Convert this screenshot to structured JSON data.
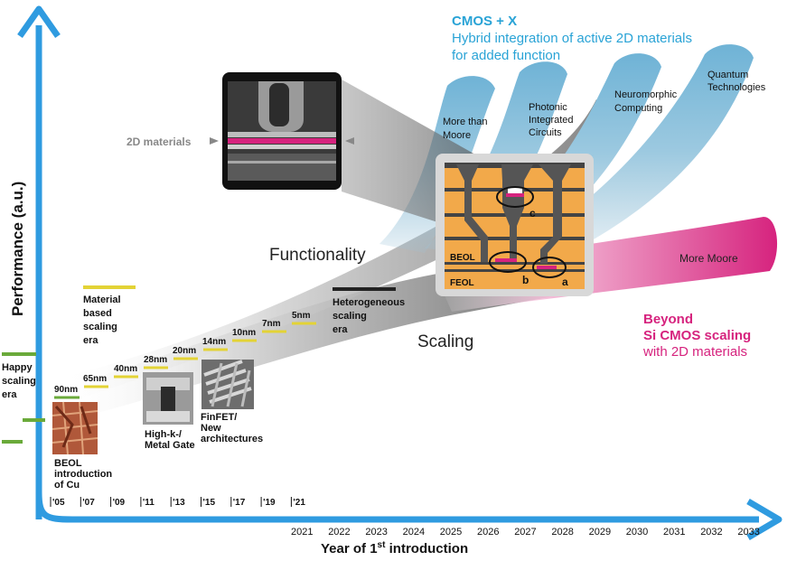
{
  "axes": {
    "y_label": "Performance (a.u.)",
    "x_label_main": "Year of 1",
    "x_label_sup": "st",
    "x_label_end": " introduction",
    "years_short": [
      "'05",
      "'07",
      "'09",
      "'11",
      "'13",
      "'15",
      "'17",
      "'19",
      "'21"
    ],
    "years_long": [
      "2021",
      "2022",
      "2023",
      "2024",
      "2025",
      "2026",
      "2027",
      "2028",
      "2029",
      "2030",
      "2031",
      "2032",
      "2033"
    ]
  },
  "eras": {
    "happy": [
      "Happy",
      "scaling",
      "era"
    ],
    "material": [
      "Material",
      "based",
      "scaling",
      "era"
    ],
    "heterogeneous": [
      "Heterogeneous",
      "scaling",
      "era"
    ]
  },
  "nodes": [
    "90nm",
    "65nm",
    "40nm",
    "28nm",
    "20nm",
    "14nm",
    "10nm",
    "7nm",
    "5nm"
  ],
  "thumbnails": {
    "beol": [
      "BEOL",
      "introduction",
      "of Cu"
    ],
    "highk": [
      "High-k-/",
      "Metal Gate"
    ],
    "finfet": [
      "FinFET/",
      "New",
      "architectures"
    ]
  },
  "bands": {
    "functionality": "Functionality",
    "scaling": "Scaling",
    "more_moore": "More Moore"
  },
  "cmos_x": {
    "title": "CMOS + X",
    "subtitle_1": "Hybrid integration of active 2D materials",
    "subtitle_2": "for added function"
  },
  "branches": [
    [
      "More than",
      "Moore"
    ],
    [
      "Photonic",
      "Integrated",
      "Circuits"
    ],
    [
      "Neuromorphic",
      "Computing"
    ],
    [
      "Quantum",
      "Technologies"
    ]
  ],
  "inset": {
    "materials_label": "2D materials",
    "beol": "BEOL",
    "feol": "FEOL",
    "a": "a",
    "b": "b",
    "c": "c"
  },
  "beyond": {
    "line1": "Beyond",
    "line2": "Si CMOS scaling",
    "line3": "with 2D materials"
  },
  "colors": {
    "axis_blue": "#2f9be0",
    "cyan_text": "#29a3d6",
    "magenta": "#d6237e",
    "yellow": "#e3d336",
    "green": "#6aaa3a",
    "branch_blue": "#7fb8d6",
    "chip_orange": "#f2a94a"
  }
}
